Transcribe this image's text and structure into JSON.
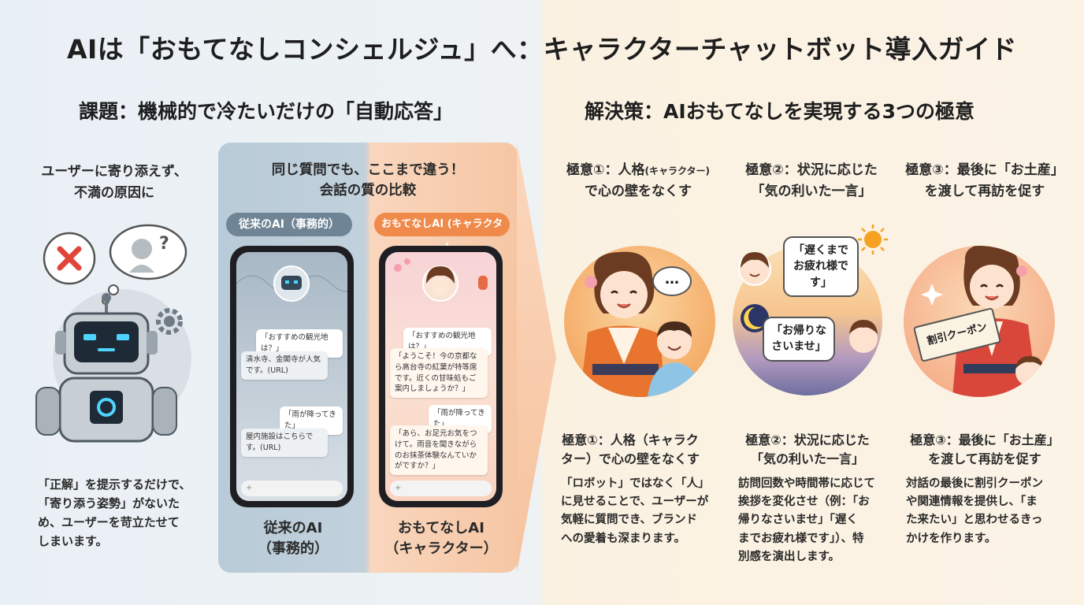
{
  "title": "AIは「おもてなしコンシェルジュ」へ：キャラクターチャットボット導入ガイド",
  "problem": {
    "heading": "課題：機械的で冷たいだけの「自動応答」",
    "caption_line1": "ユーザーに寄り添えず、",
    "caption_line2": "不満の原因に",
    "body": [
      "「正解」を提示するだけで、",
      "「寄り添う姿勢」がないた",
      "め、ユーザーを苛立たせて",
      "しまいます。"
    ],
    "icons": [
      "x-mark-icon",
      "thought-bubble-icon",
      "robot-icon",
      "gear-icon"
    ]
  },
  "comparison": {
    "heading_line1": "同じ質問でも、ここまで違う！",
    "heading_line2": "会話の質の比較",
    "left": {
      "pill": "従来のAI（事務的）",
      "q1": "「おすすめの観光地は？」",
      "a1": "清水寺、金閣寺が人気です。(URL)",
      "q2": "「雨が降ってきた」",
      "a2": "屋内施設はこちらです。(URL)",
      "caption_line1": "従来のAI",
      "caption_line2": "（事務的）"
    },
    "right": {
      "pill": "おもてなしAI (キャラクター)",
      "q1": "「おすすめの観光地は？」",
      "a1": "「ようこそ！今の京都なら高台寺の紅葉が特等席です。近くの甘味処もご案内しましょうか？」",
      "q2": "「雨が降ってきた」",
      "a2": "「あら、お足元お気をつけて。雨音を聞きながらのお抹茶体験なんていかがですか？」",
      "caption_line1": "おもてなしAI",
      "caption_line2": "（キャラクター）"
    }
  },
  "solution": {
    "heading": "解決策：AIおもてなしを実現する3つの極意",
    "points": [
      {
        "head_line1": "極意①：人格",
        "head_small": "(キャラクター)",
        "head_line2": "で心の壁をなくす",
        "speech": "…",
        "sub_line1": "極意①：人格（キャラク",
        "sub_line2": "ター）で心の壁をなくす",
        "body": [
          "「ロボット」ではなく「人」",
          "に見せることで、ユーザーが",
          "気軽に質問でき、ブランド",
          "への愛着も深まります。"
        ]
      },
      {
        "head_line1": "極意②：状況に応じた",
        "head_line2": "「気の利いた一言」",
        "speech1": "「遅くまでお疲れ様です」",
        "speech2": "「お帰りなさいませ」",
        "sub_line1": "極意②：状況に応じた",
        "sub_line2": "「気の利いた一言」",
        "body": [
          "訪問回数や時間帯に応じて",
          "挨拶を変化させ（例：「お",
          "帰りなさいませ」「遅く",
          "までお疲れ様です」）、特",
          "別感を演出します。"
        ]
      },
      {
        "head_line1": "極意③：最後に「お土産」",
        "head_line2": "を渡して再訪を促す",
        "coupon": "割引クーポン",
        "sub_line1": "極意③：最後に「お土産」",
        "sub_line2": "を渡して再訪を促す",
        "body": [
          "対話の最後に割引クーポン",
          "や関連情報を提供し、「ま",
          "た来たい」と思わせるきっ",
          "かけを作ります。"
        ]
      }
    ]
  },
  "colors": {
    "accent_orange": "#f08a4b",
    "panel_blue": "#b9cbd8",
    "pill_gray": "#6f8494",
    "x_red": "#e0453a"
  }
}
